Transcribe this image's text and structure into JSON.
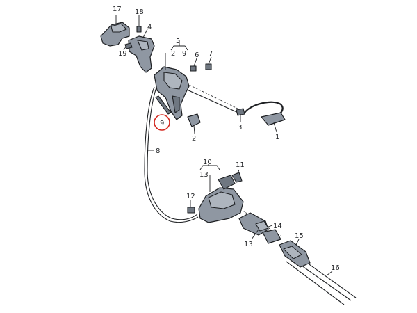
{
  "diagram": {
    "callouts": {
      "c17": "17",
      "c18": "18",
      "c4": "4",
      "c19": "19",
      "c5": "5",
      "c5a": "2",
      "c5b": "9",
      "c6": "6",
      "c7": "7",
      "c9": "9",
      "c2": "2",
      "c3": "3",
      "c1": "1",
      "c8": "8",
      "c10": "10",
      "c10a": "13",
      "c11": "11",
      "c12": "12",
      "c13": "13",
      "c14": "14",
      "c15": "15",
      "c16": "16"
    },
    "highlighted_part": "9",
    "colors": {
      "part_fill": "#8f97a2",
      "highlight": "#d4281f",
      "line": "#1d1f22"
    }
  }
}
